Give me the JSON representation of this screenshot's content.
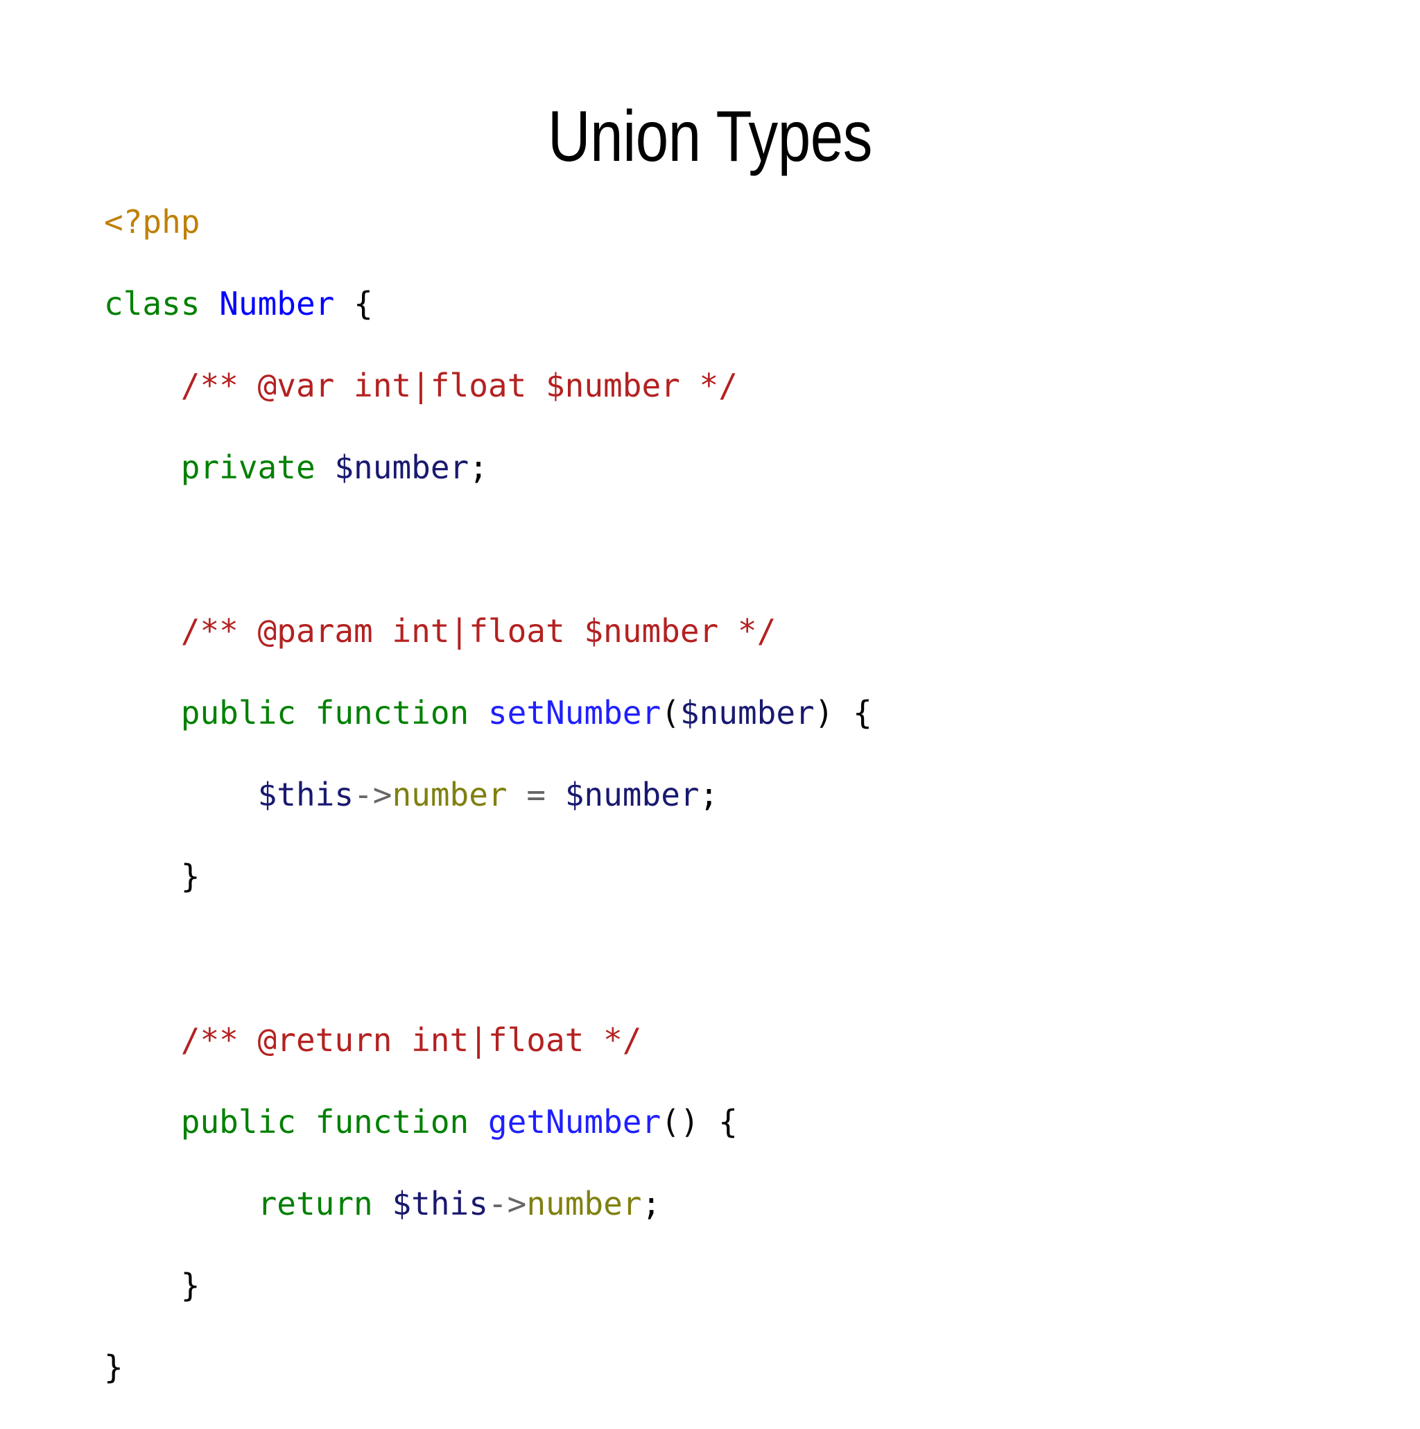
{
  "slide": {
    "title": "Union Types",
    "background_color": "#ffffff"
  },
  "colors": {
    "php_tag": "#bf8008",
    "keyword": "#008000",
    "class_name": "#0000ff",
    "function_name": "#1f1fff",
    "comment": "#b42121",
    "variable": "#191970",
    "property": "#808010",
    "operator": "#666666",
    "punctuation": "#000000",
    "title_text": "#000000"
  },
  "code": {
    "language": "php",
    "lines": [
      {
        "id": "line-1",
        "text": "<?php",
        "tokens": [
          {
            "t": "<?php",
            "c": "tok-php"
          }
        ]
      },
      {
        "id": "line-2",
        "text": "class Number {",
        "tokens": [
          {
            "t": "class",
            "c": "tok-keyword"
          },
          {
            "t": " ",
            "c": "tok-plain"
          },
          {
            "t": "Number",
            "c": "tok-classname"
          },
          {
            "t": " ",
            "c": "tok-plain"
          },
          {
            "t": "{",
            "c": "tok-punct"
          }
        ]
      },
      {
        "id": "line-3",
        "text": "    /** @var int|float $number */",
        "tokens": [
          {
            "t": "    ",
            "c": "tok-plain"
          },
          {
            "t": "/** @var int|float $number */",
            "c": "tok-comment"
          }
        ]
      },
      {
        "id": "line-4",
        "text": "    private $number;",
        "tokens": [
          {
            "t": "    ",
            "c": "tok-plain"
          },
          {
            "t": "private",
            "c": "tok-keyword"
          },
          {
            "t": " ",
            "c": "tok-plain"
          },
          {
            "t": "$number",
            "c": "tok-var"
          },
          {
            "t": ";",
            "c": "tok-punct"
          }
        ]
      },
      {
        "id": "line-5",
        "text": "",
        "tokens": []
      },
      {
        "id": "line-6",
        "text": "    /** @param int|float $number */",
        "tokens": [
          {
            "t": "    ",
            "c": "tok-plain"
          },
          {
            "t": "/** @param int|float $number */",
            "c": "tok-comment"
          }
        ]
      },
      {
        "id": "line-7",
        "text": "    public function setNumber($number) {",
        "tokens": [
          {
            "t": "    ",
            "c": "tok-plain"
          },
          {
            "t": "public",
            "c": "tok-keyword"
          },
          {
            "t": " ",
            "c": "tok-plain"
          },
          {
            "t": "function",
            "c": "tok-keyword"
          },
          {
            "t": " ",
            "c": "tok-plain"
          },
          {
            "t": "setNumber",
            "c": "tok-function"
          },
          {
            "t": "(",
            "c": "tok-punct"
          },
          {
            "t": "$number",
            "c": "tok-var"
          },
          {
            "t": ")",
            "c": "tok-punct"
          },
          {
            "t": " ",
            "c": "tok-plain"
          },
          {
            "t": "{",
            "c": "tok-punct"
          }
        ]
      },
      {
        "id": "line-8",
        "text": "        $this->number = $number;",
        "tokens": [
          {
            "t": "        ",
            "c": "tok-plain"
          },
          {
            "t": "$this",
            "c": "tok-var"
          },
          {
            "t": "->",
            "c": "tok-operator"
          },
          {
            "t": "number",
            "c": "tok-property"
          },
          {
            "t": " ",
            "c": "tok-plain"
          },
          {
            "t": "=",
            "c": "tok-operator"
          },
          {
            "t": " ",
            "c": "tok-plain"
          },
          {
            "t": "$number",
            "c": "tok-var"
          },
          {
            "t": ";",
            "c": "tok-punct"
          }
        ]
      },
      {
        "id": "line-9",
        "text": "    }",
        "tokens": [
          {
            "t": "    ",
            "c": "tok-plain"
          },
          {
            "t": "}",
            "c": "tok-punct"
          }
        ]
      },
      {
        "id": "line-10",
        "text": "",
        "tokens": []
      },
      {
        "id": "line-11",
        "text": "    /** @return int|float */",
        "tokens": [
          {
            "t": "    ",
            "c": "tok-plain"
          },
          {
            "t": "/** @return int|float */",
            "c": "tok-comment"
          }
        ]
      },
      {
        "id": "line-12",
        "text": "    public function getNumber() {",
        "tokens": [
          {
            "t": "    ",
            "c": "tok-plain"
          },
          {
            "t": "public",
            "c": "tok-keyword"
          },
          {
            "t": " ",
            "c": "tok-plain"
          },
          {
            "t": "function",
            "c": "tok-keyword"
          },
          {
            "t": " ",
            "c": "tok-plain"
          },
          {
            "t": "getNumber",
            "c": "tok-function"
          },
          {
            "t": "()",
            "c": "tok-punct"
          },
          {
            "t": " ",
            "c": "tok-plain"
          },
          {
            "t": "{",
            "c": "tok-punct"
          }
        ]
      },
      {
        "id": "line-13",
        "text": "        return $this->number;",
        "tokens": [
          {
            "t": "        ",
            "c": "tok-plain"
          },
          {
            "t": "return",
            "c": "tok-keyword"
          },
          {
            "t": " ",
            "c": "tok-plain"
          },
          {
            "t": "$this",
            "c": "tok-var"
          },
          {
            "t": "->",
            "c": "tok-operator"
          },
          {
            "t": "number",
            "c": "tok-property"
          },
          {
            "t": ";",
            "c": "tok-punct"
          }
        ]
      },
      {
        "id": "line-14",
        "text": "    }",
        "tokens": [
          {
            "t": "    ",
            "c": "tok-plain"
          },
          {
            "t": "}",
            "c": "tok-punct"
          }
        ]
      },
      {
        "id": "line-15",
        "text": "}",
        "tokens": [
          {
            "t": "}",
            "c": "tok-punct"
          }
        ]
      }
    ]
  }
}
